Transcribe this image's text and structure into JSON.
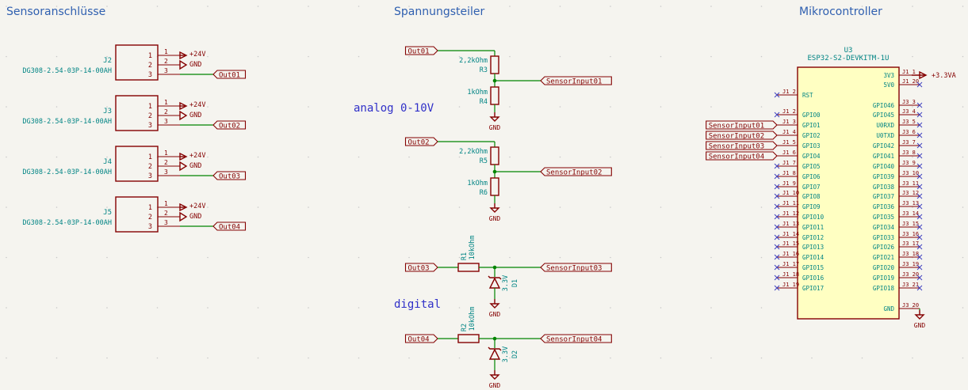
{
  "titles": {
    "sensor": "Sensoranschlüsse",
    "divider": "Spannungsteiler",
    "mcu": "Mikrocontroller"
  },
  "notes": {
    "analog": "analog 0-10V",
    "digital": "digital"
  },
  "connectors": [
    {
      "ref": "J2",
      "value": "DG308-2.54-03P-14-00AH",
      "pins": [
        "1",
        "2",
        "3"
      ],
      "power": "+24V",
      "gnd": "GND",
      "out": "Out01"
    },
    {
      "ref": "J3",
      "value": "DG308-2.54-03P-14-00AH",
      "pins": [
        "1",
        "2",
        "3"
      ],
      "power": "+24V",
      "gnd": "GND",
      "out": "Out02"
    },
    {
      "ref": "J4",
      "value": "DG308-2.54-03P-14-00AH",
      "pins": [
        "1",
        "2",
        "3"
      ],
      "power": "+24V",
      "gnd": "GND",
      "out": "Out03"
    },
    {
      "ref": "J5",
      "value": "DG308-2.54-03P-14-00AH",
      "pins": [
        "1",
        "2",
        "3"
      ],
      "power": "+24V",
      "gnd": "GND",
      "out": "Out04"
    }
  ],
  "dividers": [
    {
      "in": "Out01",
      "r_top_val": "2,2kOhm",
      "r_top_ref": "R3",
      "r_bot_val": "1kOhm",
      "r_bot_ref": "R4",
      "out": "SensorInput01",
      "gnd": "GND"
    },
    {
      "in": "Out02",
      "r_top_val": "2,2kOhm",
      "r_top_ref": "R5",
      "r_bot_val": "1kOhm",
      "r_bot_ref": "R6",
      "out": "SensorInput02",
      "gnd": "GND"
    }
  ],
  "digital": [
    {
      "in": "Out03",
      "r_ref": "R1",
      "r_val": "10kOhm",
      "d_val": "3.3V",
      "d_ref": "D1",
      "out": "SensorInput03",
      "gnd": "GND"
    },
    {
      "in": "Out04",
      "r_ref": "R2",
      "r_val": "10kOhm",
      "d_val": "3.3V",
      "d_ref": "D2",
      "out": "SensorInput04",
      "gnd": "GND"
    }
  ],
  "mcu": {
    "ref": "U3",
    "value": "ESP32-S2-DEVKITM-1U",
    "left_pins": [
      {
        "num": "J1_2",
        "name": "RST"
      },
      {
        "num": "J1_2",
        "name": "GPIO0"
      },
      {
        "num": "J1_3",
        "name": "GPIO1",
        "net": "SensorInput01"
      },
      {
        "num": "J1_4",
        "name": "GPIO2",
        "net": "SensorInput02"
      },
      {
        "num": "J1_5",
        "name": "GPIO3",
        "net": "SensorInput03"
      },
      {
        "num": "J1_6",
        "name": "GPIO4",
        "net": "SensorInput04"
      },
      {
        "num": "J1_7",
        "name": "GPIO5"
      },
      {
        "num": "J1_8",
        "name": "GPIO6"
      },
      {
        "num": "J1_9",
        "name": "GPIO7"
      },
      {
        "num": "J1_10",
        "name": "GPIO8"
      },
      {
        "num": "J1_11",
        "name": "GPIO9"
      },
      {
        "num": "J1_12",
        "name": "GPIO10"
      },
      {
        "num": "J1_13",
        "name": "GPIO11"
      },
      {
        "num": "J1_14",
        "name": "GPIO12"
      },
      {
        "num": "J1_15",
        "name": "GPIO13"
      },
      {
        "num": "J1_16",
        "name": "GPIO14"
      },
      {
        "num": "J1_17",
        "name": "GPIO15"
      },
      {
        "num": "J1_18",
        "name": "GPIO16"
      },
      {
        "num": "J1_19",
        "name": "GPIO17"
      }
    ],
    "right_top": [
      {
        "num": "J1_1",
        "name": "3V3"
      },
      {
        "num": "J1_20",
        "name": "5V0"
      }
    ],
    "right_pins": [
      {
        "num": "J3_3",
        "name": "GPIO46"
      },
      {
        "num": "J3_4",
        "name": "GPIO45"
      },
      {
        "num": "J3_5",
        "name": "U0RXD"
      },
      {
        "num": "J3_6",
        "name": "U0TXD"
      },
      {
        "num": "J3_7",
        "name": "GPIO42"
      },
      {
        "num": "J3_8",
        "name": "GPIO41"
      },
      {
        "num": "J3_9",
        "name": "GPIO40"
      },
      {
        "num": "J3_10",
        "name": "GPIO39"
      },
      {
        "num": "J3_11",
        "name": "GPIO38"
      },
      {
        "num": "J3_12",
        "name": "GPIO37"
      },
      {
        "num": "J3_13",
        "name": "GPIO36"
      },
      {
        "num": "J3_14",
        "name": "GPIO35"
      },
      {
        "num": "J3_15",
        "name": "GPIO34"
      },
      {
        "num": "J3_16",
        "name": "GPIO33"
      },
      {
        "num": "J3_17",
        "name": "GPIO26"
      },
      {
        "num": "J3_18",
        "name": "GPIO21"
      },
      {
        "num": "J3_19",
        "name": "GPIO20"
      },
      {
        "num": "J3_20",
        "name": "GPIO19"
      },
      {
        "num": "J3_21",
        "name": "GPIO18"
      }
    ],
    "gnd_pin": {
      "num": "J3_20",
      "name": "GND"
    },
    "power": "+3.3VA",
    "gnd": "GND"
  }
}
